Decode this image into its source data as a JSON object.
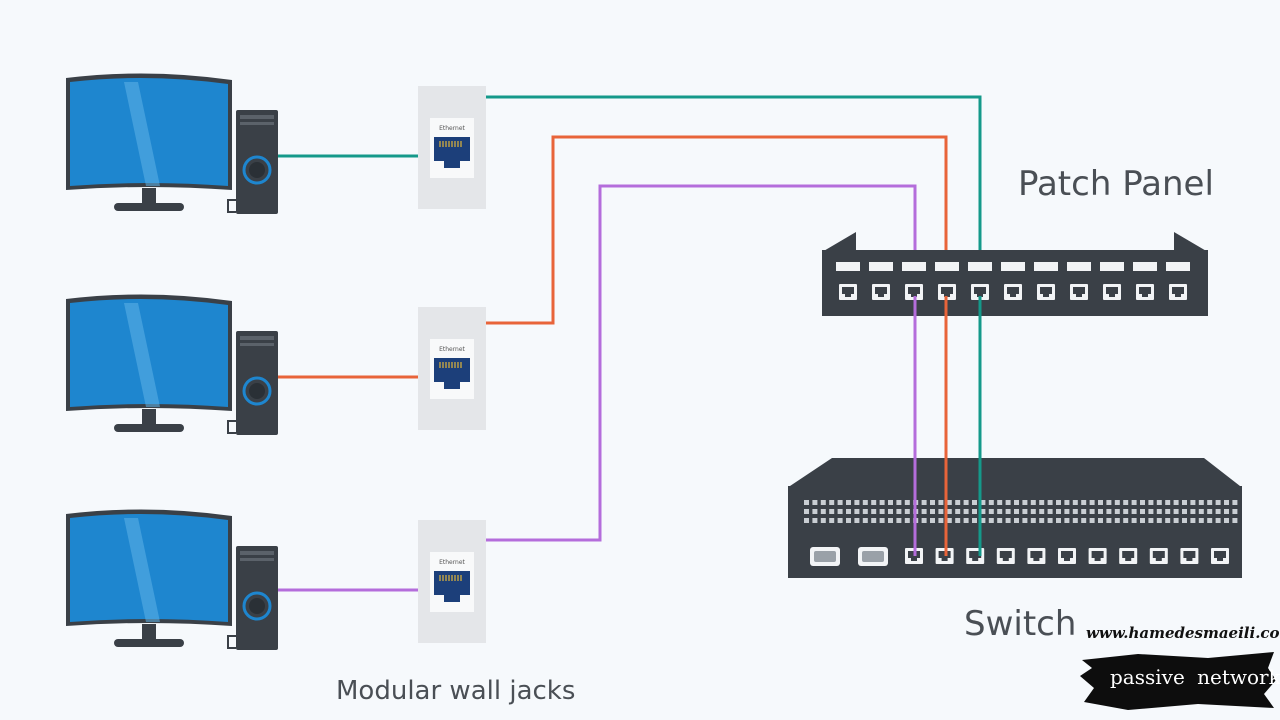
{
  "labels": {
    "patch_panel": "Patch Panel",
    "switch": "Switch",
    "wall_jacks": "Modular wall jacks",
    "jack_text": "Ethernet"
  },
  "watermark": {
    "url": "www.hamedesmaeili.com",
    "tag": "passive network"
  },
  "colors": {
    "background": "#f6f9fc",
    "monitor_screen": "#1e86cf",
    "device_body": "#3a4047",
    "cable_teal": "#14998a",
    "cable_orange": "#e8643a",
    "cable_purple": "#b46ddb",
    "jack_port": "#1c3f7a",
    "wall_plate": "#e4e6e9"
  },
  "icons": [
    "monitor-icon",
    "pc-tower-icon",
    "ethernet-jack-icon",
    "patch-panel-icon",
    "switch-icon",
    "rj45-port-icon",
    "serial-port-icon"
  ]
}
